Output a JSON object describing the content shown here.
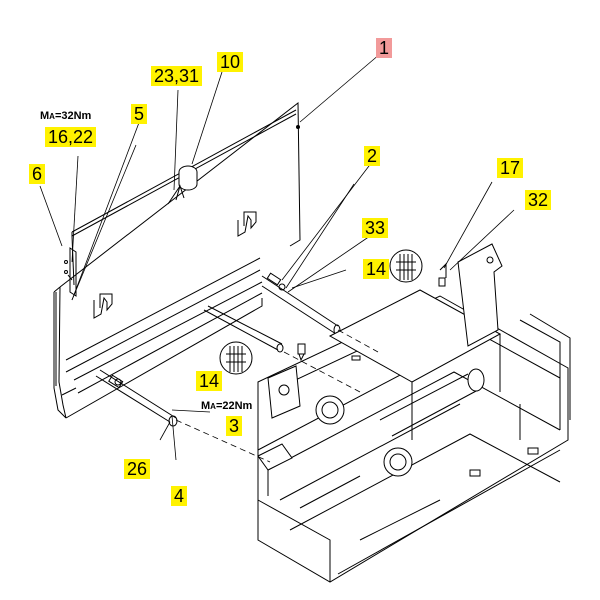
{
  "colors": {
    "callout_bg": "#fff200",
    "main_callout_bg": "#f29a9a",
    "line": "#000000",
    "fill": "#ffffff"
  },
  "callouts": {
    "c1": "1",
    "c2": "2",
    "c3": "3",
    "c4": "4",
    "c5": "5",
    "c6": "6",
    "c10": "10",
    "c14a": "14",
    "c14b": "14",
    "c16_22": "16,22",
    "c17": "17",
    "c23_31": "23,31",
    "c26": "26",
    "c32": "32",
    "c33": "33"
  },
  "torques": {
    "top": {
      "prefix": "M",
      "sub": "A",
      "value": "=32Nm"
    },
    "bottom": {
      "prefix": "M",
      "sub": "A",
      "value": "=22Nm"
    }
  }
}
